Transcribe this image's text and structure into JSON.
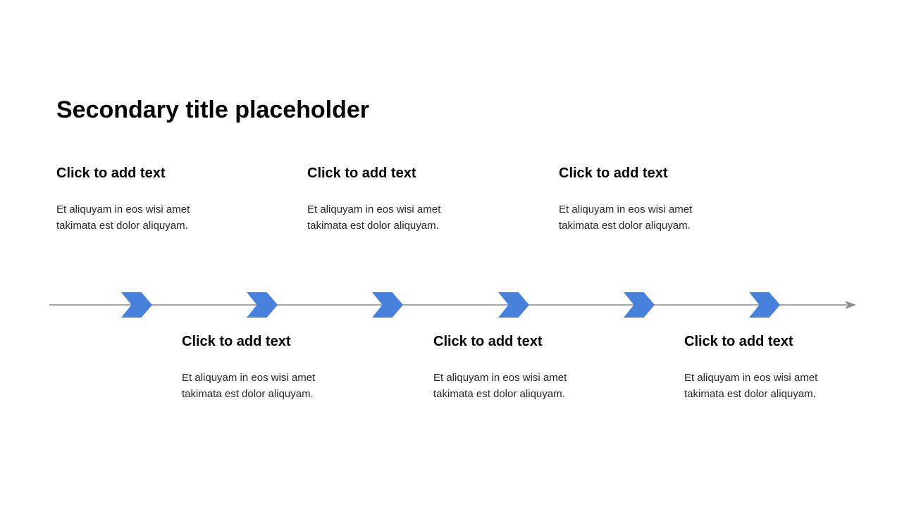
{
  "slide": {
    "title": "Secondary title placeholder",
    "top_items": [
      {
        "heading": "Click to add text",
        "body": "Et aliquyam in eos wisi amet\ntakimata est dolor aliquyam."
      },
      {
        "heading": "Click to add text",
        "body": "Et aliquyam in eos wisi amet\ntakimata est dolor aliquyam."
      },
      {
        "heading": "Click to add text",
        "body": "Et aliquyam in eos wisi amet\ntakimata est dolor aliquyam."
      }
    ],
    "bottom_items": [
      {
        "heading": "Click to add text",
        "body": "Et aliquyam in eos wisi amet\ntakimata est dolor aliquyam."
      },
      {
        "heading": "Click to add text",
        "body": "Et aliquyam in eos wisi amet\ntakimata est dolor aliquyam."
      },
      {
        "heading": "Click to add text",
        "body": "Et aliquyam in eos wisi amet\ntakimata est dolor aliquyam."
      }
    ],
    "timeline": {
      "marker_count": 6,
      "marker_shape": "chevron-arrow-right",
      "marker_color": "#4781db",
      "line_color": "#8a8a8a",
      "direction": "right"
    }
  }
}
